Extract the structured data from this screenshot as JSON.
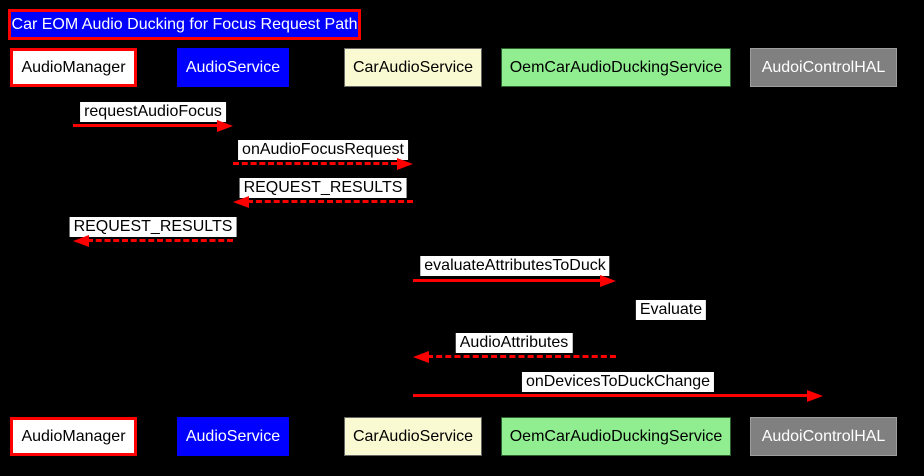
{
  "diagram": {
    "type": "sequence-diagram",
    "title": "Car EOM Audio Ducking for Focus Request Path"
  },
  "colors": {
    "background": "#000000",
    "arrow": "#ff0000",
    "title_fill": "#0000ff",
    "title_border": "#ff0000",
    "title_text": "#ffffff",
    "message_label_fill": "#ffffff",
    "message_label_text": "#000000",
    "audiomanager_fill": "#ffffff",
    "audiomanager_border": "#ff0000",
    "audioservice_fill": "#0000ff",
    "caraudioservice_fill": "#fafad2",
    "oemcaraudioduckingservice_fill": "#90ee90",
    "audoicontrolhal_fill": "#808080"
  },
  "participants": [
    {
      "label": "AudioManager"
    },
    {
      "label": "AudioService"
    },
    {
      "label": "CarAudioService"
    },
    {
      "label": "OemCarAudioDuckingService"
    },
    {
      "label": "AudoiControlHAL"
    }
  ],
  "messages": [
    {
      "label": "requestAudioFocus",
      "from": "AudioManager",
      "to": "AudioService",
      "line": "solid",
      "direction": "right"
    },
    {
      "label": "onAudioFocusRequest",
      "from": "AudioService",
      "to": "CarAudioService",
      "line": "dashed",
      "direction": "right"
    },
    {
      "label": "REQUEST_RESULTS",
      "from": "CarAudioService",
      "to": "AudioService",
      "line": "dashed",
      "direction": "left"
    },
    {
      "label": "REQUEST_RESULTS",
      "from": "AudioService",
      "to": "AudioManager",
      "line": "dashed",
      "direction": "left"
    },
    {
      "label": "evaluateAttributesToDuck",
      "from": "CarAudioService",
      "to": "OemCarAudioDuckingService",
      "line": "solid",
      "direction": "right"
    },
    {
      "label": "Evaluate",
      "from": "OemCarAudioDuckingService",
      "to": "OemCarAudioDuckingService",
      "line": "none",
      "direction": "self"
    },
    {
      "label": "AudioAttributes",
      "from": "OemCarAudioDuckingService",
      "to": "CarAudioService",
      "line": "dashed",
      "direction": "left"
    },
    {
      "label": "onDevicesToDuckChange",
      "from": "CarAudioService",
      "to": "AudoiControlHAL",
      "line": "solid",
      "direction": "right"
    }
  ]
}
